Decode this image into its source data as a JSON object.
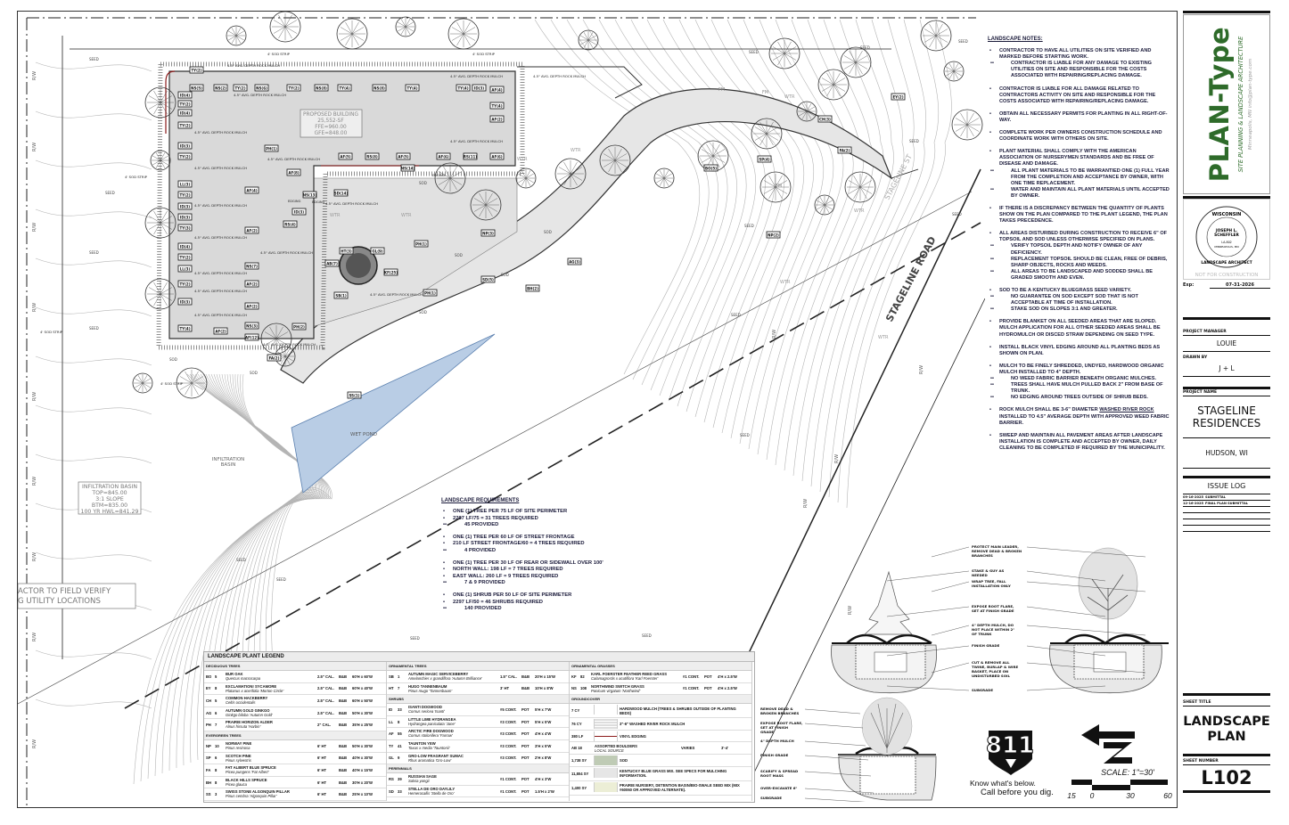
{
  "plan": {
    "building": [
      "PROPOSED BUILDING",
      "25,552-SF",
      "FFE=960.00",
      "GFE=848.00"
    ],
    "road_name": "STAGELINE ROAD",
    "street_sign": "STAGELINE ST",
    "wet_pond": "WET POND",
    "infiltration_label": "INFILTRATION BASIN",
    "infiltration_box": [
      "INFILTRATION BASIN",
      "TOP=845.00",
      "3:1 SLOPE",
      "BTM=835.00",
      "100 YR HWL=841.29"
    ],
    "utility_note": [
      "ACTOR TO FIELD VERIFY",
      "G UTILITY LOCATIONS"
    ],
    "rock_mulch_label": "4.5\" AVG. DEPTH ROCK MULCH",
    "sod_strip": "4' SOD STRIP",
    "sod": "SOD",
    "seed": "SEED",
    "wtr": "WTR",
    "rw": "R/W",
    "fm": "FM",
    "edging": "EDGING",
    "plant_tags": [
      "TY(2)",
      "NS(5)",
      "NS(2)",
      "TY(2)",
      "NS(6)",
      "TY(2)",
      "NS(8)",
      "TY(4)",
      "NS(8)",
      "TY(4)",
      "TY(4)",
      "ID(3)",
      "AF(4)",
      "TY(4)",
      "ID(4)",
      "TY(2)",
      "ID(4)",
      "TY(2)",
      "ID(3)",
      "TY(2)",
      "LL(3)",
      "TY(2)",
      "ID(3)",
      "ID(3)",
      "TY(3)",
      "ID(4)",
      "TY(2)",
      "LL(3)",
      "TY(2)",
      "ID(3)",
      "TY(4)",
      "AF(2)",
      "AF(5)",
      "RS(8)",
      "AF(5)",
      "AF(6)",
      "RS(11)",
      "AF(6)",
      "NS(14)",
      "NS(13)",
      "SD(14)",
      "PH(1)",
      "AF(8)",
      "ID(3)",
      "RS(4)",
      "AF(4)",
      "AF(2)",
      "NS(7)",
      "AF(2)",
      "AF(2)",
      "NS(3)",
      "AF(2)",
      "AF(12)",
      "PH(2)",
      "HT(3)",
      "GL(9)",
      "AB(7)",
      "KF(25)",
      "SB(1)",
      "SD(5)",
      "PH(1)",
      "PH(1)",
      "BO(5)",
      "SP(4)",
      "FA(2)",
      "CH(3)",
      "EY(2)",
      "NP(2)",
      "AG(3)",
      "BH(2)",
      "NP(3)",
      "SS(1)",
      "FA(2)"
    ]
  },
  "notes": {
    "title": "LANDSCAPE NOTES:",
    "items": [
      {
        "text": "CONTRACTOR TO HAVE ALL UTILITIES ON SITE VERIFIED AND MARKED BEFORE STARTING WORK.",
        "sub": [
          "CONTRACTOR IS LIABLE FOR ANY DAMAGE TO EXISTING UTILITIES ON SITE AND RESPONSIBLE FOR THE COSTS ASSOCIATED WITH REPAIRING/REPLACING DAMAGE."
        ]
      },
      {
        "text": "CONTRACTOR IS LIABLE FOR ALL DAMAGE RELATED TO CONTRACTORS ACTIVITY ON SITE AND RESPONSIBLE FOR THE COSTS ASSOCIATED WITH REPAIRING/REPLACING DAMAGE.",
        "sub": []
      },
      {
        "text": "OBTAIN ALL NECESSARY PERMITS FOR PLANTING IN ALL RIGHT-OF-WAY.",
        "sub": []
      },
      {
        "text": "COMPLETE WORK PER OWNERS CONSTRUCTION SCHEDULE AND COORDINATE WORK WITH OTHERS ON SITE.",
        "sub": []
      },
      {
        "text": "PLANT MATERIAL SHALL COMPLY WITH THE AMERICAN ASSOCIATION OF NURSERYMEN STANDARDS AND BE FREE OF DISEASE AND DAMAGE.",
        "sub": [
          "ALL PLANT MATERIALS TO BE WARRANTIED ONE (1) FULL YEAR FROM THE COMPLETION AND ACCEPTANCE BY OWNER, WITH ONE TIME REPLACEMENT.",
          "WATER AND MAINTAIN ALL PLANT MATERIALS UNTIL ACCEPTED BY OWNER."
        ]
      },
      {
        "text": "IF THERE IS A DISCREPANCY BETWEEN THE QUANTITY OF PLANTS SHOW ON THE PLAN COMPARED TO THE PLANT LEGEND, THE PLAN TAKES PRECEDENCE.",
        "sub": []
      },
      {
        "text": "ALL AREAS DISTURBED DURING CONSTRUCTION TO RECEIVE 6\" OF TOPSOIL AND SOD UNLESS OTHERWISE SPECIFIED ON PLANS.",
        "sub": [
          "VERIFY TOPSOIL DEPTH AND NOTIFY OWNER OF ANY DEFICIENCY.",
          "REPLACEMENT TOPSOIL SHOULD BE CLEAN, FREE OF DEBRIS, SHARP OBJECTS, ROCKS AND WEEDS.",
          "ALL AREAS TO BE LANDSCAPED AND SODDED SHALL BE GRADED SMOOTH AND EVEN."
        ]
      },
      {
        "text": "SOD TO BE A KENTUCKY BLUEGRASS SEED VARIETY.",
        "sub": [
          "NO GUARANTEE ON SOD EXCEPT SOD THAT IS NOT ACCEPTABLE AT TIME OF INSTALLATION.",
          "STAKE SOD ON SLOPES 3:1 AND GREATER."
        ]
      },
      {
        "text": "PROVIDE BLANKET ON ALL SEEDED AREAS THAT ARE SLOPED.  MULCH APPLICATION FOR ALL OTHER SEEDED AREAS SHALL BE HYDROMULCH OR DISCED STRAW DEPENDING ON SEED TYPE.",
        "sub": []
      },
      {
        "text": "INSTALL BLACK VINYL EDGING AROUND ALL PLANTING BEDS AS SHOWN ON PLAN.",
        "sub": []
      },
      {
        "text": "MULCH TO BE FINELY SHREDDED, UNDYED, HARDWOOD ORGANIC MULCH INSTALLED TO 4\" DEPTH.",
        "sub": [
          "NO WEED FABRIC BARRIER BENEATH ORGANIC MULCHES.",
          "TREES SHALL HAVE MULCH PULLED BACK 2\" FROM BASE OF TRUNK.",
          "NO EDGING AROUND TREES OUTSIDE OF SHRUB BEDS."
        ]
      },
      {
        "text": "ROCK MULCH SHALL BE 3-6\" DIAMETER WASHED RIVER ROCK INSTALLED TO 4.5\" AVERAGE DEPTH WITH APPROVED WEED FABRIC BARRIER.",
        "sub": []
      },
      {
        "text": "SWEEP AND MAINTAIN ALL PAVEMENT AREAS AFTER LANDSCAPE INSTALLATION IS COMPLETE AND ACCEPTED BY OWNER, DAILY CLEANING TO BE COMPLETED IF REQUIRED BY THE MUNICIPALITY.",
        "sub": []
      }
    ]
  },
  "requirements": {
    "title": "LANDSCAPE REQUIREMENTS",
    "groups": [
      {
        "lines": [
          "ONE (1) TREE PER 75 LF OF SITE PERIMETER",
          "2297 LF/75 = 31 TREES REQUIRED"
        ],
        "provided": "45 PROVIDED"
      },
      {
        "lines": [
          "ONE (1) TREE PER 60 LF OF STREET FRONTAGE",
          "210 LF STREET FRONTAGE/60 = 4 TREES REQUIRED"
        ],
        "provided": "4 PROVIDED"
      },
      {
        "lines": [
          "ONE (1) TREE PER 30 LF OF REAR OR SIDEWALL OVER 100'",
          "NORTH WALL: 198 LF = 7 TREES REQUIRED",
          "EAST WALL: 260 LF = 9 TREES REQUIRED"
        ],
        "provided": "7 & 9 PROVIDED"
      },
      {
        "lines": [
          "ONE (1) SHRUB PER 50 LF OF SITE PERIMETER",
          "2297 LF/50 = 46 SHRUBS REQUIRED"
        ],
        "provided": "140 PROVIDED"
      }
    ]
  },
  "legend": {
    "title": "LANDSCAPE PLANT LEGEND",
    "columns": [
      [
        {
          "section": "DECIDUOUS TREES",
          "rows": [
            [
              "BO",
              "5",
              "BUR OAK",
              "Quercus macrocarpa",
              "2.5\" CAL.",
              "B&B",
              "60'H x 60'W"
            ],
            [
              "EY",
              "8",
              "EXCLAMATION! SYCAMORE",
              "Platanus x acerifolia 'Morton Circle'",
              "2.5\" CAL.",
              "B&B",
              "60'H x 40'W"
            ],
            [
              "CH",
              "5",
              "COMMON HACKBERRY",
              "Celtis occidentalis",
              "2.5\" CAL.",
              "B&B",
              "60'H x 50'W"
            ],
            [
              "AG",
              "6",
              "AUTUMN GOLD GINKGO",
              "Ginkgo biloba 'Autumn Gold'",
              "2.5\" CAL.",
              "B&B",
              "50'H x 30'W"
            ],
            [
              "PH",
              "7",
              "PRAIRIE HORIZON ALDER",
              "Alnus hirsuta 'Harbin'",
              "2\" CAL.",
              "B&B",
              "35'H x 25'W"
            ]
          ]
        },
        {
          "section": "EVERGREEN TREES",
          "rows": [
            [
              "NP",
              "10",
              "NORWAY PINE",
              "Pinus resinosa",
              "6' HT",
              "B&B",
              "50'H x 30'W"
            ],
            [
              "SP",
              "6",
              "SCOTCH PINE",
              "Pinus sylvestris",
              "6' HT",
              "B&B",
              "40'H x 30'W"
            ],
            [
              "FA",
              "8",
              "FAT ALBERT BLUE SPRUCE",
              "Picea pungens 'Fat Albert'",
              "6' HT",
              "B&B",
              "40'H x 15'W"
            ],
            [
              "BH",
              "8",
              "BLACK HILLS SPRUCE",
              "Picea glauca",
              "6' HT",
              "B&B",
              "30'H x 20'W"
            ],
            [
              "SS",
              "3",
              "SWISS STONE ALGONQUIN PILLAR",
              "Pinus cembra 'Algonquin Pillar'",
              "6' HT",
              "B&B",
              "25'H x 10'W"
            ]
          ]
        }
      ],
      [
        {
          "section": "ORNAMENTAL TREES",
          "rows": [
            [
              "SB",
              "1",
              "AUTUMN MAGIC SERVICEBERRY",
              "Amelanchier x grandiflora 'Autumn Brilliance'",
              "1.5\" CAL.",
              "B&B",
              "20'H x 15'W"
            ],
            [
              "HT",
              "7",
              "HUGO TANNENBAUM",
              "Pinus mugo 'Tannenbaum'",
              "3' HT",
              "B&B",
              "10'H x 8'W"
            ]
          ]
        },
        {
          "section": "SHRUBS",
          "rows": [
            [
              "ID",
              "33",
              "ISANTI DOGWOOD",
              "Cornus sericea 'Isanti'",
              "#5 CONT.",
              "POT",
              "5'H x 7'W"
            ],
            [
              "LL",
              "8",
              "LITTLE LIME HYDRANGEA",
              "Hydrangea paniculata 'Jane'",
              "#3 CONT.",
              "POT",
              "5'H x 5'W"
            ],
            [
              "AF",
              "55",
              "ARCTIC FIRE DOGWOOD",
              "Cornus stolonifera 'Farrow'",
              "#3 CONT.",
              "POT",
              "4'H x 4'W"
            ],
            [
              "TY",
              "41",
              "TAUNTON YEW",
              "Taxus x media 'Tauntonii'",
              "#3 CONT.",
              "POT",
              "3'H x 5'W"
            ],
            [
              "GL",
              "9",
              "GRO-LOW FRAGRANT SUMAC",
              "Rhus aromatica 'Gro-Low'",
              "#3 CONT.",
              "POT",
              "2'H x 8'W"
            ]
          ]
        },
        {
          "section": "PERENNIALS",
          "rows": [
            [
              "RS",
              "39",
              "RUSSIAN SAGE",
              "Salvia yangii",
              "#1 CONT.",
              "POT",
              "4'H x 3'W"
            ],
            [
              "SD",
              "33",
              "STELLA DE ORO DAYLILY",
              "Hemerocallis 'Stella de Oro'",
              "#1 CONT.",
              "POT",
              "1.5'H x 2'W"
            ]
          ]
        }
      ],
      [
        {
          "section": "ORNAMENTAL GRASSES",
          "rows": [
            [
              "KF",
              "82",
              "KARL FOERSTER FEATHER REED GRASS",
              "Calamagrostis x acutiflora 'Karl Foerster'",
              "#1 CONT.",
              "POT",
              "4'H x 2.5'W"
            ],
            [
              "NS",
              "108",
              "NORTHWIND SWITCH GRASS",
              "Panicum virgatum 'Northwind'",
              "#1 CONT.",
              "POT",
              "4'H x 2.5'W"
            ]
          ]
        },
        {
          "section": "GROUNDCOVER",
          "ground": [
            {
              "qty": "7 CY",
              "swatch": "none",
              "desc": "HARDWOOD MULCH (TREES & SHRUBS OUTSIDE OF PLANTING BEDS)"
            },
            {
              "qty": "76 CY",
              "swatch": "rock",
              "desc": "3\"-6\" WASHED RIVER ROCK MULCH"
            },
            {
              "qty": "380 LF",
              "swatch": "edge",
              "desc": "VINYL EDGING"
            },
            {
              "qty": "AB  18",
              "swatch": "none",
              "desc": "ASSORTED BOULDERS",
              "sub": "LOCAL SOURCE",
              "size": "VARIES",
              "dim": "3'-4'"
            },
            {
              "qty": "1,738 SY",
              "swatch": "#bfcbb5",
              "desc": "SOD"
            },
            {
              "qty": "11,804 SY",
              "swatch": "#e6e6e6",
              "desc": "KENTUCKY BLUE GRASS MIX.  SEE SPECS FOR MULCHING INFORMATION."
            },
            {
              "qty": "1,400 SY",
              "swatch": "#eceed6",
              "desc": "PRAIRIE NURSERY, DETENTION BASIN/BIO-SWALE SEED MIX (MIX #60060 OR APPROVED ALTERNATE)."
            }
          ]
        }
      ]
    ]
  },
  "details": {
    "tree_labels": [
      "PROTECT MAIN LEADER, REMOVE DEAD & BROKEN BRANCHES",
      "STAKE & GUY AS NEEDED",
      "WRAP TREE, FALL INSTALLATION ONLY",
      "EXPOSE ROOT FLARE, SET AT FINISH GRADE",
      "4\" DEPTH MULCH, DO NOT PLACE WITHIN 2\" OF TRUNK",
      "FINISH GRADE",
      "CUT & REMOVE ALL TWINE, BURLAP & WIRE BASKET, PLACE ON UNDISTURBED SOIL",
      "SUBGRADE"
    ],
    "shrub_labels": [
      "REMOVE DEAD & BROKEN BRANCHES",
      "EXPOSE ROOT FLARE, SET AT FINISH GRADE",
      "4\" DEPTH MULCH",
      "FINISH GRADE",
      "SCARIFY & SPREAD ROOT MASS",
      "OVER-EXCAVATE 6\"",
      "SUBGRADE"
    ]
  },
  "call811": {
    "number": "811",
    "line1": "Know what's below.",
    "line2": "Call before you dig."
  },
  "scale": {
    "label": "SCALE:  1\"=30'",
    "ticks": [
      "15",
      "0",
      "30",
      "60"
    ]
  },
  "title_block": {
    "brand": "PLAN-Type",
    "tagline": "SITE PLANNING & LANDSCAPE ARCHITECTURE",
    "contact": "Minneapolis, MN   info@plan-type.com",
    "seal": {
      "state": "WISCONSIN",
      "name": "JOSEPH L. SCHEFFLER",
      "number": "LA-802",
      "city": "MINNEAPOLIS, MN",
      "profession": "LANDSCAPE ARCHITECT",
      "watermark": "NOT FOR CONSTRUCTION"
    },
    "exp_label": "Exp:",
    "exp_date": "07-31-2026",
    "pm_label": "PROJECT MANAGER",
    "pm": "LOUIE",
    "drawn_label": "DRAWN BY",
    "drawn": "J + L",
    "project_label": "PROJECT NAME",
    "project": "STAGELINE RESIDENCES",
    "location": "HUDSON, WI",
    "issue_label": "ISSUE LOG",
    "issues": [
      {
        "date": "09-16-2025",
        "desc": "SUBMITTAL"
      },
      {
        "date": "12-16-2025",
        "desc": "FINAL PLAN SUBMITTAL"
      }
    ],
    "sheet_title_label": "SHEET TITLE",
    "sheet_title": "LANDSCAPE PLAN",
    "sheet_number_label": "SHEET NUMBER",
    "sheet_number": "L102"
  },
  "colors": {
    "pond": "#b9cde5",
    "building": "#d9d9d9",
    "brand_green": "#2e6b2a",
    "edging": "#8b1a1a"
  }
}
